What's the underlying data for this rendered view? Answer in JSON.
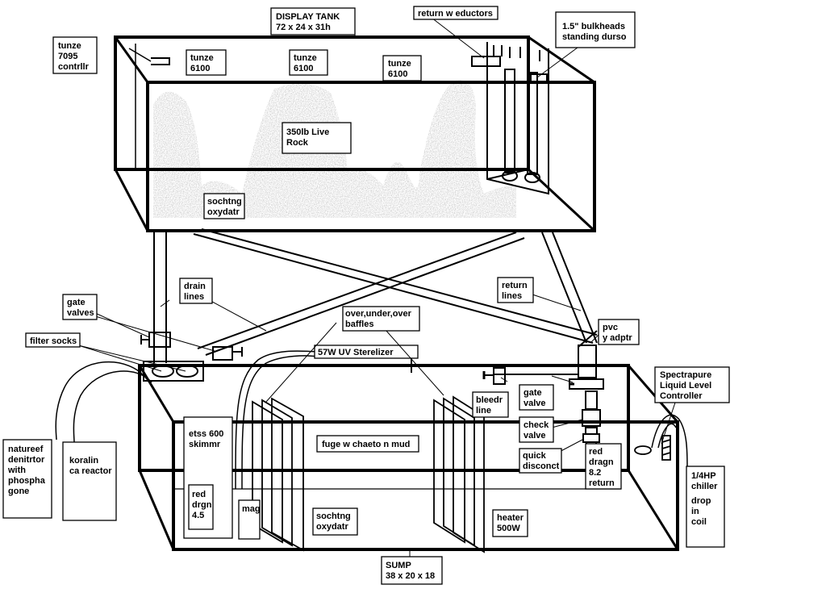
{
  "labels": {
    "display_tank": [
      "DISPLAY TANK",
      "72 x 24 x 31h"
    ],
    "return_eductors": [
      "return w eductors"
    ],
    "bulkheads": [
      "1.5\" bulkheads",
      "standing durso"
    ],
    "tunze_controller": [
      "tunze",
      "7095",
      "contrllr"
    ],
    "tunze_1": [
      "tunze",
      "6100"
    ],
    "tunze_2": [
      "tunze",
      "6100"
    ],
    "tunze_3": [
      "tunze",
      "6100"
    ],
    "live_rock": [
      "350lb Live",
      "Rock"
    ],
    "oxydator_top": [
      "sochtng",
      "oxydatr"
    ],
    "drain_lines": [
      "drain",
      "lines"
    ],
    "return_lines": [
      "return",
      "lines"
    ],
    "gate_valves": [
      "gate",
      "valves"
    ],
    "filter_socks": [
      "filter socks"
    ],
    "baffles": [
      "over,under,over",
      "baffles"
    ],
    "uv_sterilizer": [
      "57W UV Sterelizer"
    ],
    "pvc_adapter": [
      "pvc",
      "y adptr"
    ],
    "level_controller": [
      "Spectrapure",
      "Liquid Level",
      "Controller"
    ],
    "bleeder_line": [
      "bleedr",
      "line"
    ],
    "gate_valve": [
      "gate",
      "valve"
    ],
    "check_valve": [
      "check",
      "valve"
    ],
    "quick_disconnect": [
      "quick",
      "disconct"
    ],
    "red_dragon_return": [
      "red",
      "dragn",
      "8.2",
      "return"
    ],
    "denitrator": [
      "natureef",
      "denitrtor",
      "with",
      "phospha",
      "gone"
    ],
    "ca_reactor": [
      "koralin",
      "ca reactor"
    ],
    "skimmer": [
      "etss 600",
      "skimmr"
    ],
    "red_dragon_skimmer": [
      "red",
      "drgn",
      "4.5"
    ],
    "mag_pump": [
      "mag"
    ],
    "fuge": [
      "fuge w chaeto n mud"
    ],
    "oxydator_sump": [
      "sochtng",
      "oxydatr"
    ],
    "heater": [
      "heater",
      "500W"
    ],
    "chiller": [
      "1/4HP",
      "chiller",
      "drop",
      "in",
      "coil"
    ],
    "sump": [
      "SUMP",
      "38 x 20 x 18"
    ]
  }
}
